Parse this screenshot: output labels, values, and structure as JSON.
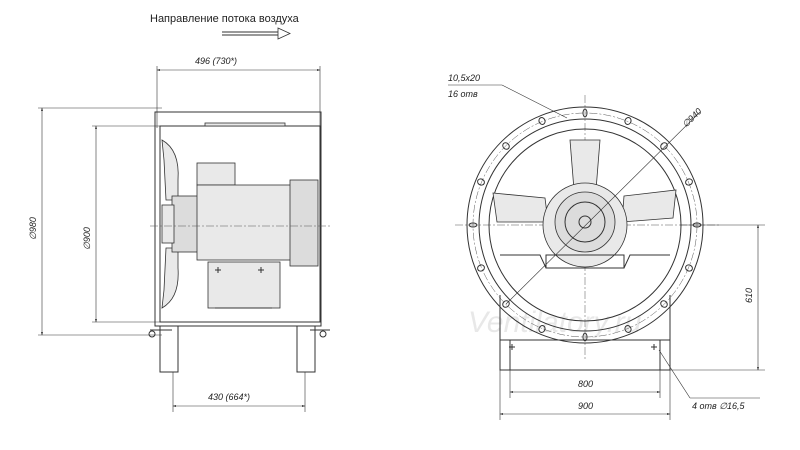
{
  "flow_caption": "Направление потока воздуха",
  "watermark": "Ventilatory.ru",
  "side_view": {
    "dim_top": "496 (730*)",
    "dim_bottom": "430 (664*)",
    "dim_outer": "∅980",
    "dim_inner": "∅900"
  },
  "front_view": {
    "hole_label_size": "10,5x20",
    "hole_label_count": "16 отв",
    "dim_diameter": "∅940",
    "dim_height": "610",
    "dim_800": "800",
    "dim_900": "900",
    "foot_holes": "4 отв ∅16,5"
  }
}
